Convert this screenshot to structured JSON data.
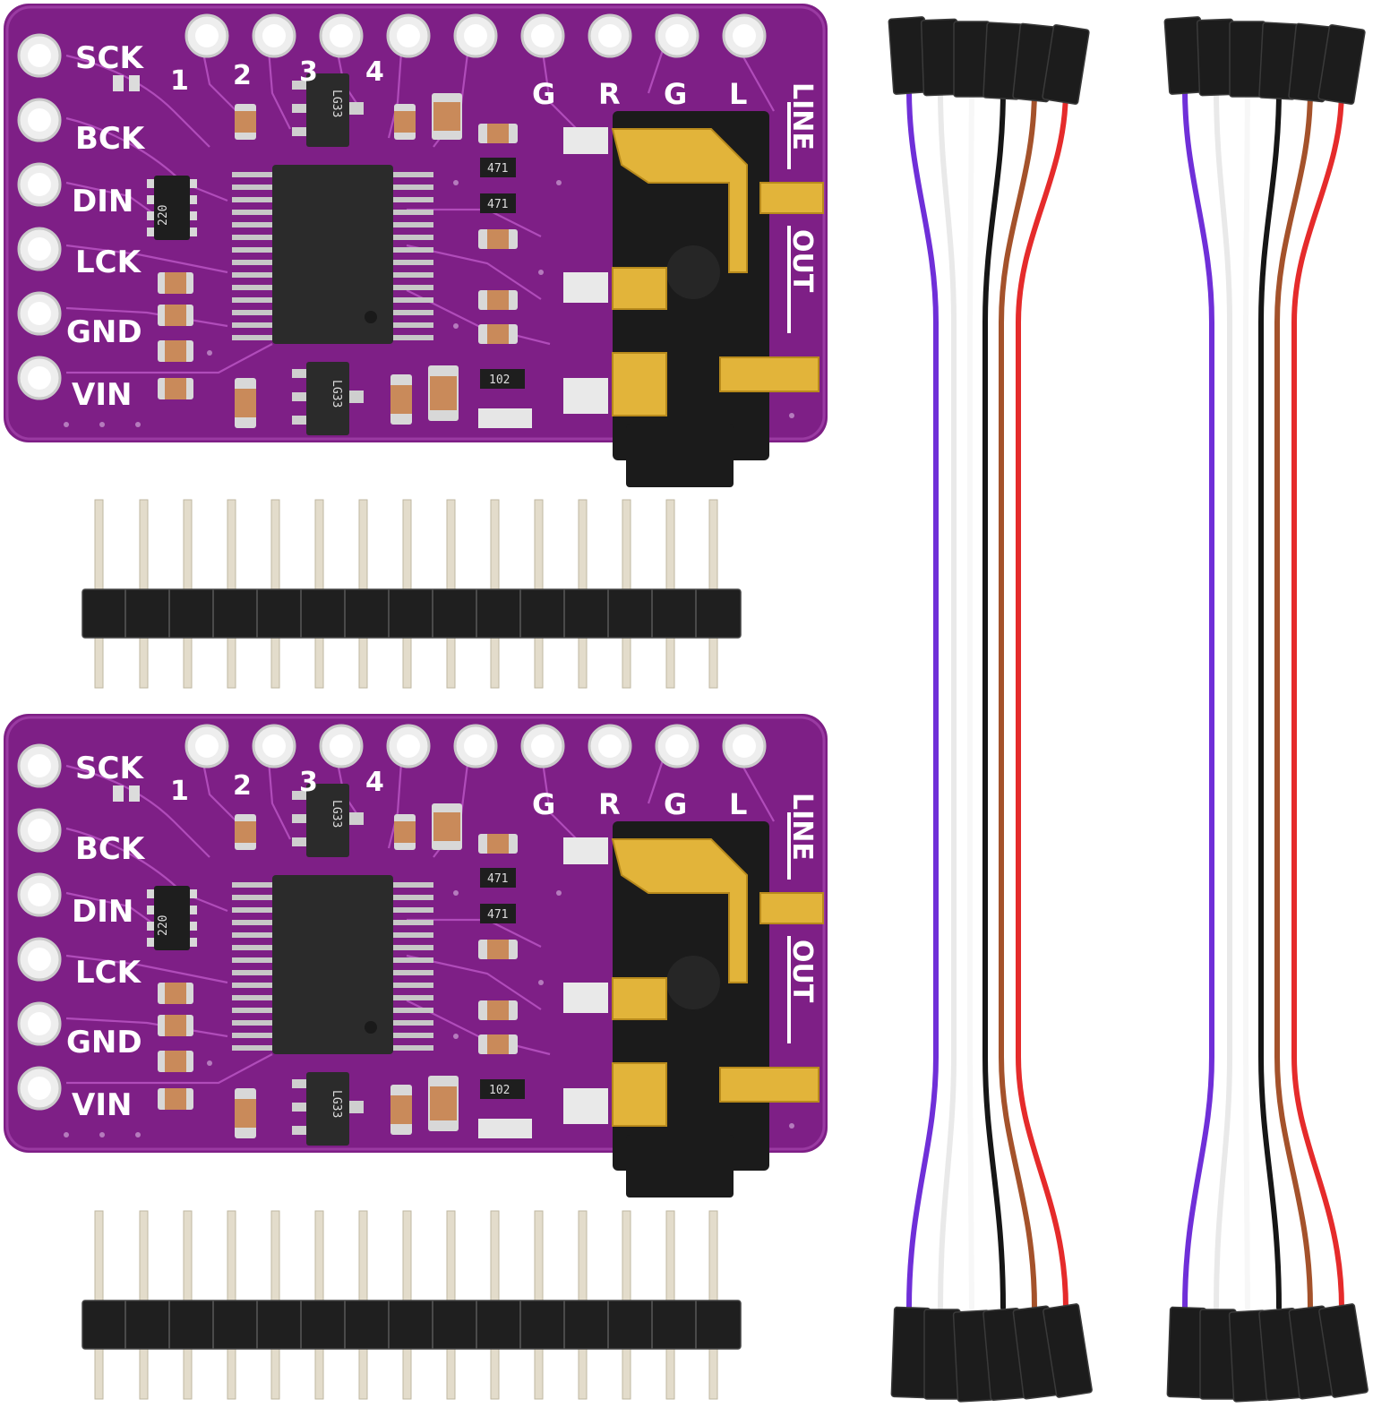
{
  "board_labels": {
    "left_pins": [
      "SCK",
      "BCK",
      "DIN",
      "LCK",
      "GND",
      "VIN"
    ],
    "top_numbers": [
      "1",
      "2",
      "3",
      "4"
    ],
    "top_right_letters": [
      "G",
      "R",
      "G",
      "L"
    ],
    "side_text": [
      "LINE",
      "OUT"
    ],
    "component_codes": {
      "resistor_array": "220",
      "regulator": "LG33",
      "resistor_a": "471",
      "resistor_b": "471",
      "resistor_c": "102"
    }
  },
  "colors": {
    "pcb": "#7e1f86",
    "wire_purple": "#6f2fd8",
    "wire_white": "#f2f2f2",
    "wire_black": "#161616",
    "wire_brown": "#a4522b",
    "wire_red": "#e52b2b",
    "gold": "#e2b43a"
  }
}
